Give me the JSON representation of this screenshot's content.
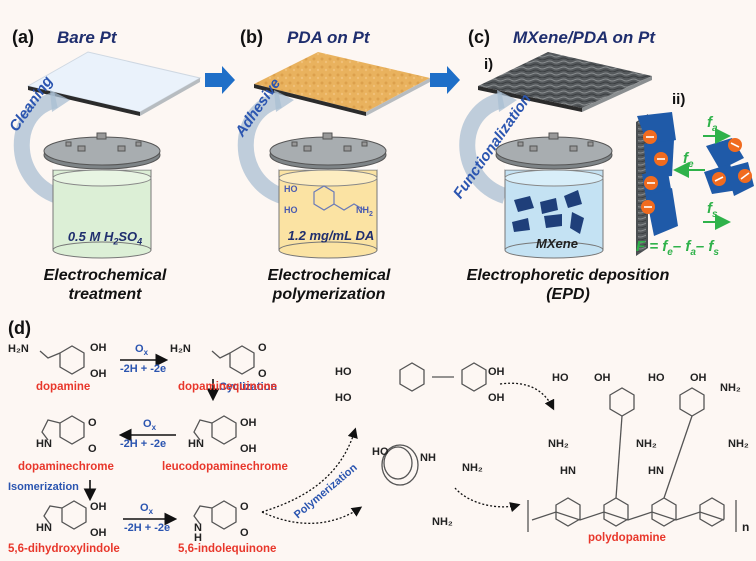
{
  "panels": {
    "a": {
      "letter": "(a)",
      "title": "Bare Pt",
      "cycle_label": "Cleaning",
      "solution": "0.5 M H",
      "solution_sub": "2",
      "solution_mid": "SO",
      "solution_sub2": "4",
      "caption_line1": "Electrochemical",
      "caption_line2": "treatment",
      "liquid_color": "#dcefd6"
    },
    "b": {
      "letter": "(b)",
      "title": "PDA on Pt",
      "cycle_label": "Adhesive",
      "solution": "1.2 mg/mL DA",
      "ho1": "HO",
      "ho2": "HO",
      "nh2": "NH",
      "nh2_sub": "2",
      "caption_line1": "Electrochemical",
      "caption_line2": "polymerization",
      "liquid_color": "#fbe3a3"
    },
    "c": {
      "letter": "(c)",
      "title": "MXene/PDA on Pt",
      "sub_i": "i)",
      "sub_ii": "ii)",
      "cycle_label": "Functionalization",
      "solution": "MXene",
      "caption_line1": "Electrophoretic deposition",
      "caption_line2": "(EPD)",
      "liquid_color": "#c4e2f3",
      "forces": {
        "fa": "f",
        "fa_sub": "a",
        "fe": "f",
        "fe_sub": "e",
        "fs": "f",
        "fs_sub": "s",
        "equation": "F = f",
        "eq_sub1": "e",
        "eq_mid1": "– f",
        "eq_sub2": "a",
        "eq_mid2": "– f",
        "eq_sub3": "s"
      }
    },
    "d": {
      "letter": "(d)",
      "compounds": [
        "dopamine",
        "dopaminequinone",
        "leucodopaminechrome",
        "dopaminechrome",
        "5,6-dihydroxylindole",
        "5,6-indolequinone",
        "polydopamine"
      ],
      "steps": {
        "ox": "O",
        "ox_sub": "x",
        "redox": "-2H + -2e",
        "cyclization": "Cyclization",
        "isomerization": "Isomerization",
        "polymerization": "Polymerization"
      },
      "atoms": {
        "h2n": "H₂N",
        "oh": "OH",
        "o": "O",
        "hn": "HN",
        "nh": "NH",
        "h": "H",
        "n": "N",
        "ho": "HO",
        "nh2": "NH₂",
        "repeat_n": "n"
      }
    }
  },
  "colors": {
    "accent_blue": "#1f6fc8",
    "title_navy": "#1f2e6e",
    "label_blue": "#2b55b0",
    "compound_red": "#e8372b",
    "force_green": "#2fb24a",
    "mxene_blue": "#1f5aa8",
    "charge_orange": "#f06b1f"
  }
}
